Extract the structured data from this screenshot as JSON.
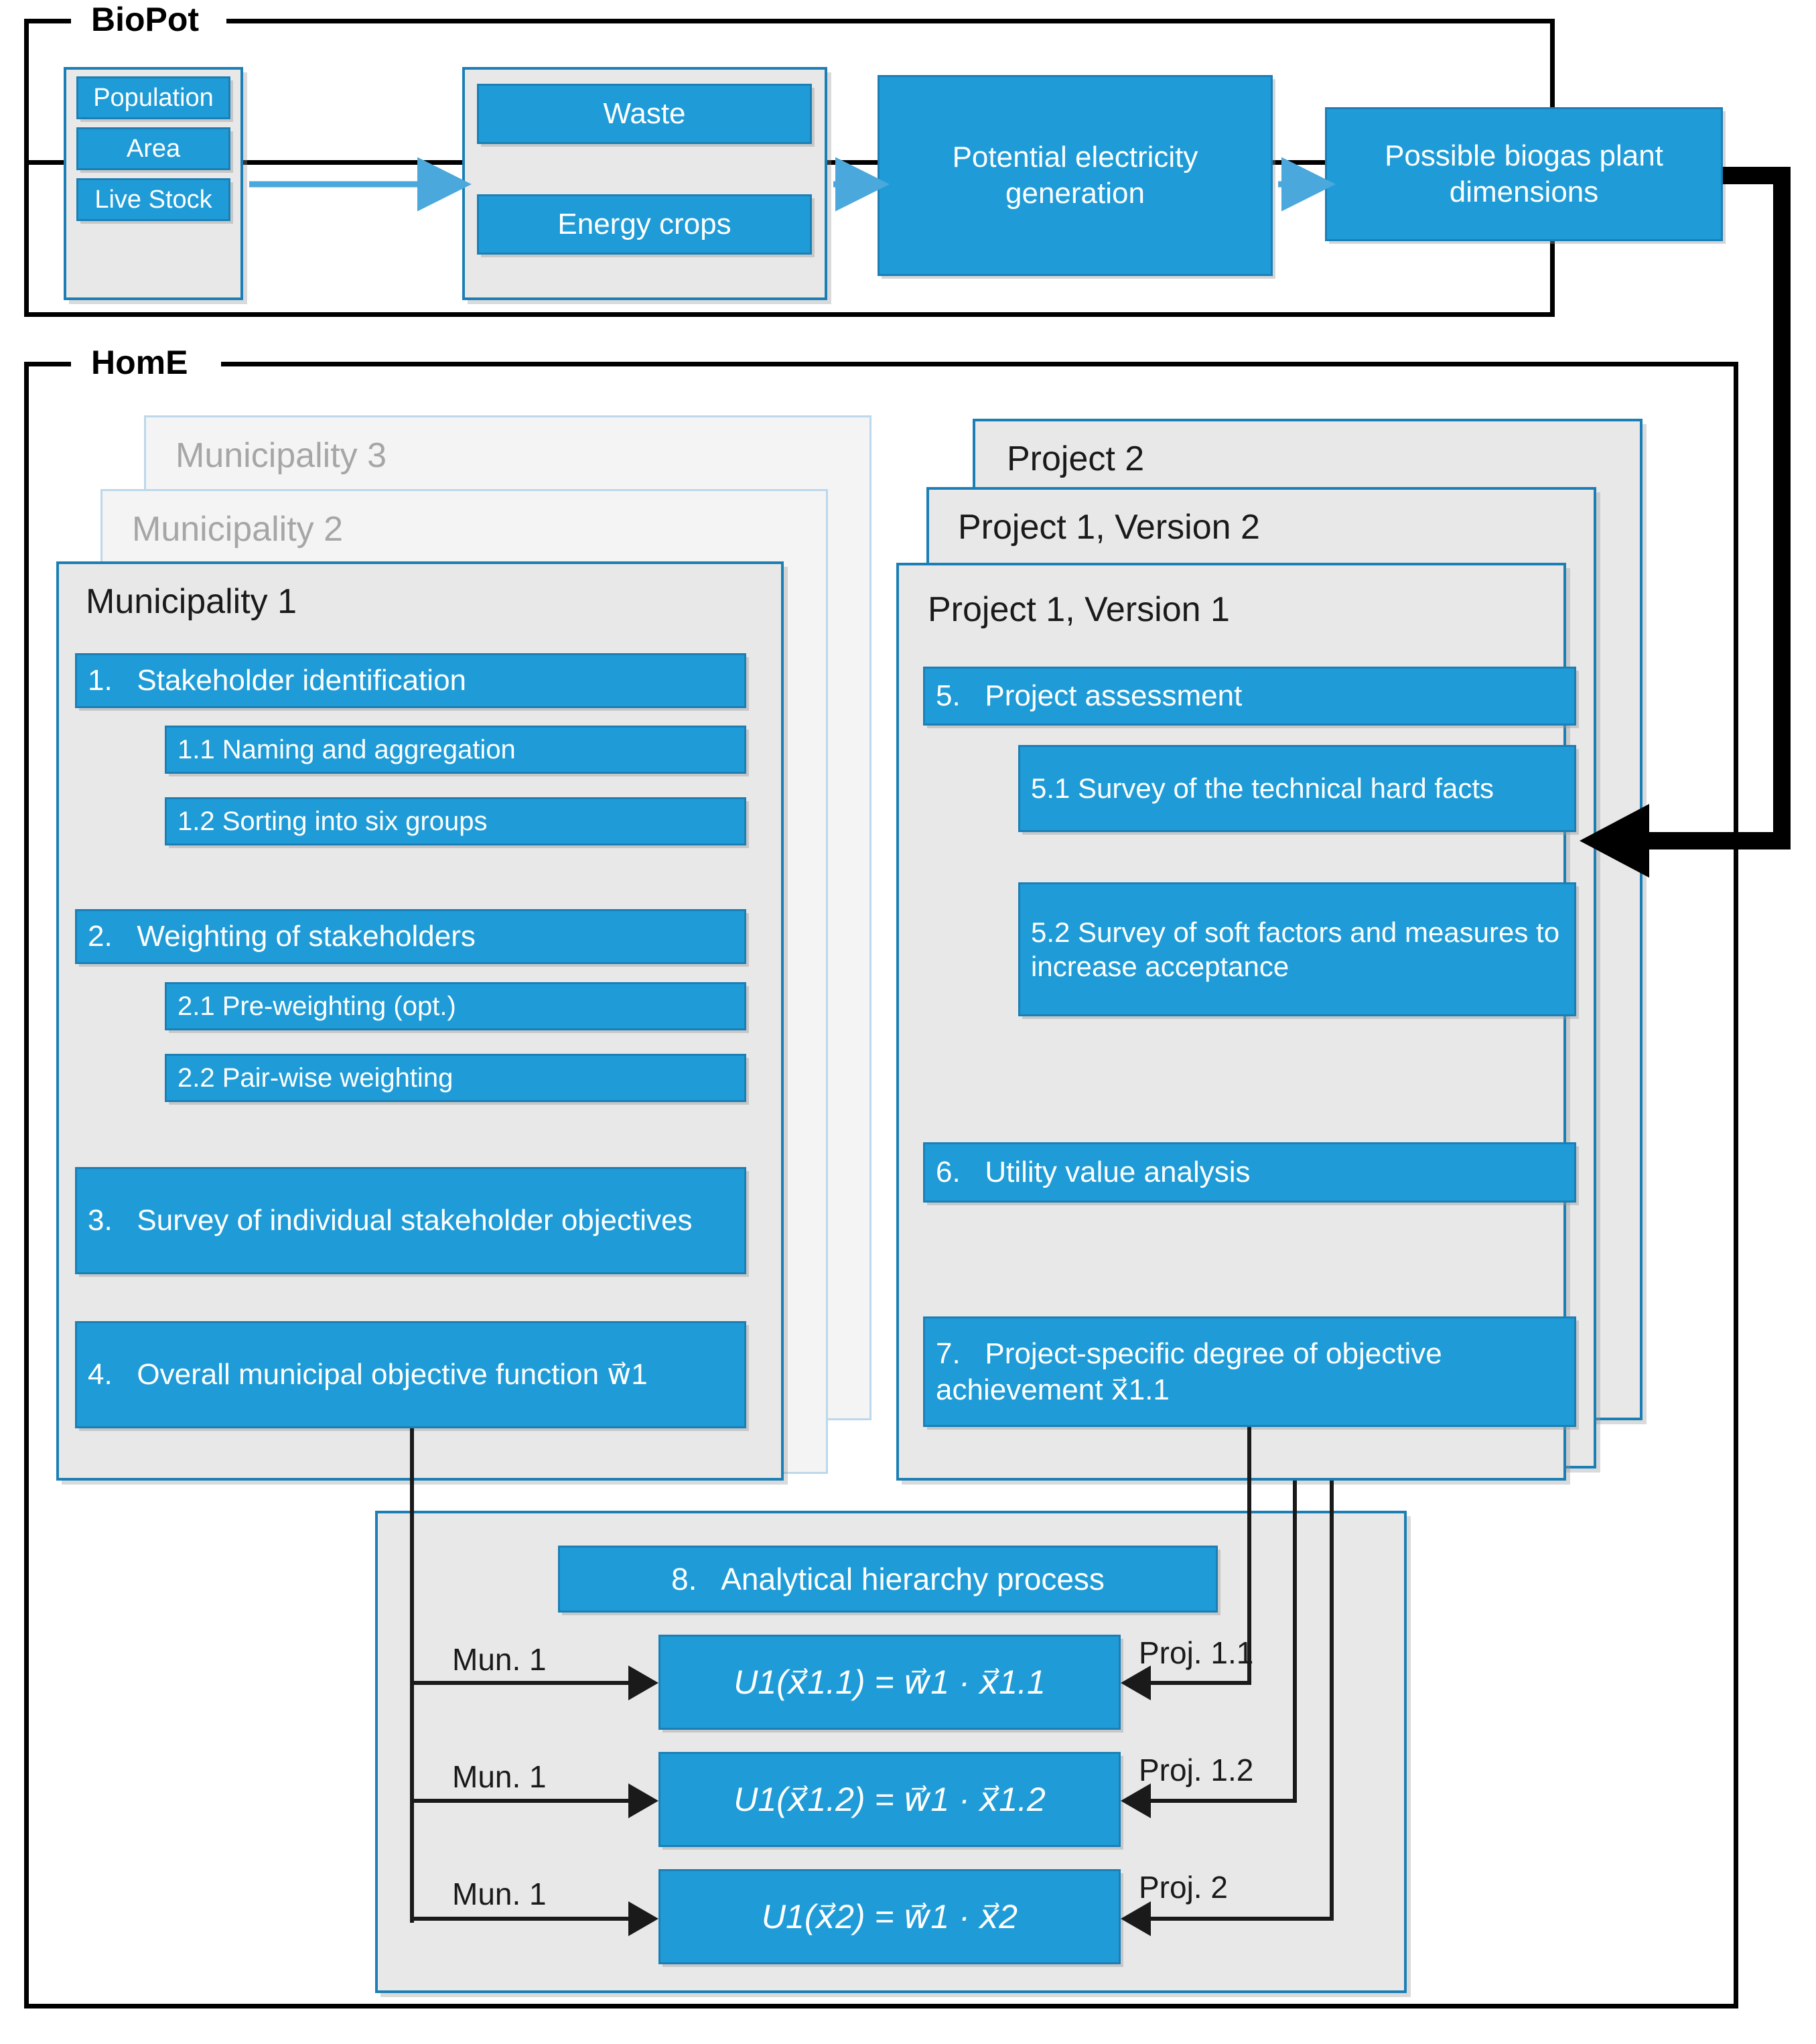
{
  "diagram": {
    "title_biopot": "BioPot",
    "title_home": "HomE"
  },
  "biopot": {
    "inputs_card": {
      "items": [
        "Population",
        "Area",
        "Live Stock"
      ]
    },
    "resources_card": {
      "items": [
        "Waste",
        "Energy crops"
      ]
    },
    "potential_box": "Potential electricity generation",
    "plant_box": "Possible biogas plant dimensions",
    "arrow_color": "#4aa8dd"
  },
  "home": {
    "municipality_stack": {
      "back2": "Municipality 3",
      "back1": "Municipality 2",
      "front": "Municipality 1",
      "steps": [
        {
          "num": "1.",
          "label": "Stakeholder identification",
          "level": "main"
        },
        {
          "num": "1.1",
          "label": "Naming and aggregation",
          "level": "sub"
        },
        {
          "num": "1.2",
          "label": "Sorting into six groups",
          "level": "sub"
        },
        {
          "num": "2.",
          "label": "Weighting of stakeholders",
          "level": "main"
        },
        {
          "num": "2.1",
          "label": "Pre-weighting (opt.)",
          "level": "sub"
        },
        {
          "num": "2.2",
          "label": "Pair-wise weighting",
          "level": "sub"
        },
        {
          "num": "3.",
          "label": "Survey of individual stakeholder objectives",
          "level": "main"
        },
        {
          "num": "4.",
          "label": "Overall municipal objective function w⃗1",
          "level": "main"
        }
      ]
    },
    "project_stack": {
      "back2": "Project 2",
      "back1": "Project 1, Version 2",
      "front": "Project 1, Version 1",
      "steps": [
        {
          "num": "5.",
          "label": "Project assessment",
          "level": "main"
        },
        {
          "num": "5.1",
          "label": "Survey of the technical hard facts",
          "level": "sub"
        },
        {
          "num": "5.2",
          "label": "Survey of soft factors  and measures to increase acceptance",
          "level": "sub"
        },
        {
          "num": "6.",
          "label": "Utility value analysis",
          "level": "main"
        },
        {
          "num": "7.",
          "label": "Project-specific degree of objective achievement x⃗1.1",
          "level": "main"
        }
      ]
    },
    "ahp": {
      "header": {
        "num": "8.",
        "label": "Analytical hierarchy process"
      },
      "rows": [
        {
          "left_label": "Mun. 1",
          "formula": "U1(x⃗1.1) = w⃗1 · x⃗1.1",
          "right_label": "Proj. 1.1"
        },
        {
          "left_label": "Mun. 1",
          "formula": "U1(x⃗1.2) = w⃗1 · x⃗1.2",
          "right_label": "Proj. 1.2"
        },
        {
          "left_label": "Mun. 1",
          "formula": "U1(x⃗2) = w⃗1 · x⃗2",
          "right_label": "Proj. 2"
        }
      ]
    }
  },
  "colors": {
    "accent_blue": "#1f9cd7",
    "accent_blue_border": "#1b7fb5",
    "panel_grey": "#e8e8e8",
    "ghost_grey": "#f4f4f4",
    "frame_black": "#000000",
    "light_arrow_blue": "#4aa8dd"
  }
}
